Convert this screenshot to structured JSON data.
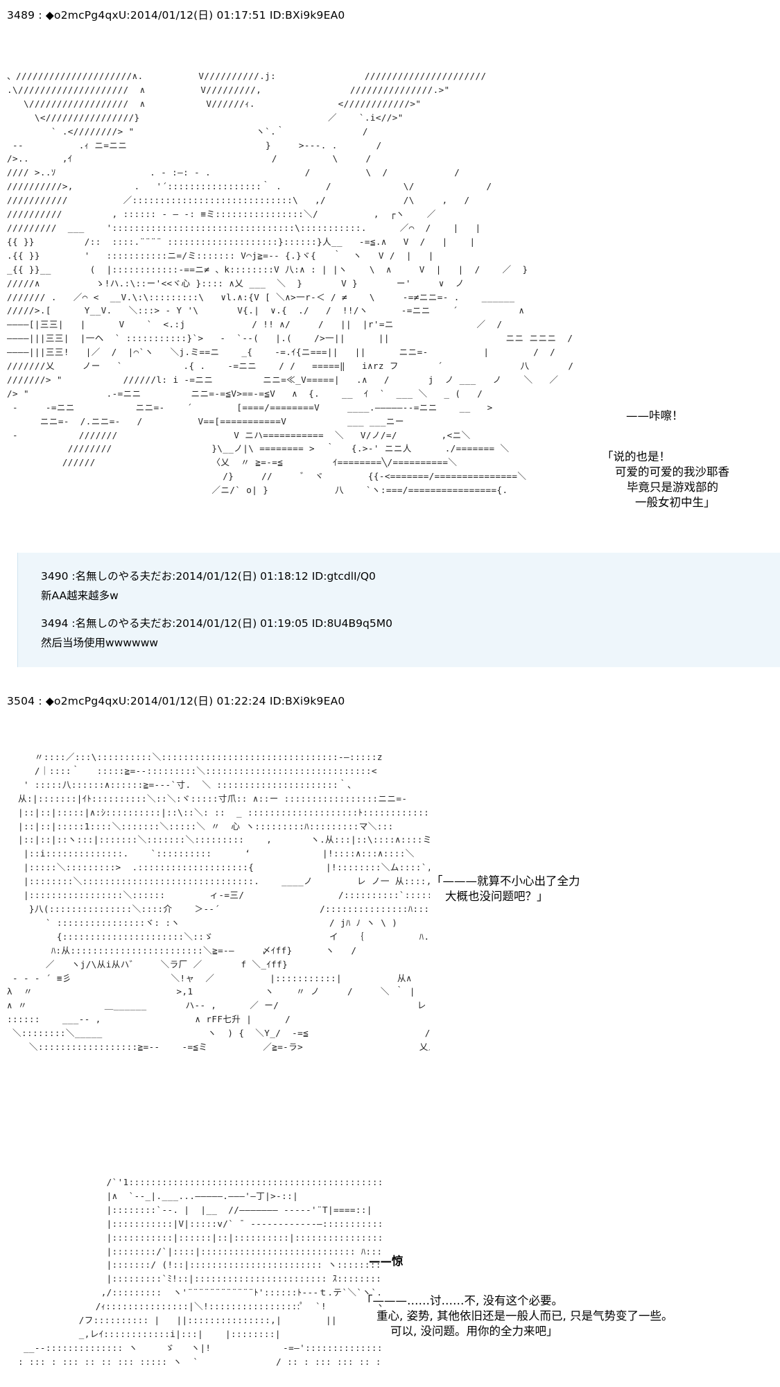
{
  "posts": [
    {
      "header": "3489 : ◆o2mcPg4qxU:2014/01/12(日) 01:17:51 ID:BXi9k9EA0",
      "sfx": "——咔嚓！",
      "quote": [
        "「说的也是！",
        "可爱的可爱的我沙耶香",
        "毕竟只是游戏部的",
        "一般女初中生」"
      ]
    },
    {
      "header": "3504 : ◆o2mcPg4qxU:2014/01/12(日) 01:22:24 ID:BXi9k9EA0",
      "quote1": [
        "「———就算不小心出了全力",
        "大概也没问题吧？」"
      ],
      "sfx": "——惊",
      "quote2": [
        "「———……讨……不, 没有这个必要。",
        "重心, 姿势, 其他依旧还是一般人而已, 只是气势变了一些。",
        "可以, 没问题。用你的全力来吧」"
      ]
    }
  ],
  "replies": [
    {
      "header": "3490 :名無しのやる夫だお:2014/01/12(日) 01:18:12 ID:gtcdlI/Q0",
      "body": "新AA越来越多w"
    },
    {
      "header": "3494 :名無しのやる夫だお:2014/01/12(日) 01:19:05 ID:8U4B9q5M0",
      "body": "然后当场使用wwwwww"
    }
  ],
  "ascii_art": [
    "、/////////////////////∧.          V//////////.j:                //////////////////////\n.\\////////////////////  ∧          V/////////,                ///////////////.>\"\n   \\//////////////////  ∧           V//////ｨ.               <////////////>\"\n     \\<////////////////}                                  ／    `.i<//>\"\n        ` .<////////> \"                      ヽ`.｀              /\n --          .ｨ ニ=ニニ                         }     >---. .       /\n/>..      ,ｲ                                    /          \\     /\n//// >..ｿ                 . - :—: - .                 /          \\  /            /\n//////////>,           .   '´:::::::::::::::::｀ .        /             \\/             /\n///////////          ／:::::::::::::::::::::::::::::\\   ,/              /\\     ,   /\n//////////         , :::::: - — -: ≡ミ::::::::::::::::＼/          ,  ┌ヽ    ／\n/////////  ___    ':::::::::::::::::::::::::::::::::\\:::::::::::.      ／⌒  /    |   |\n{{ }}         /::  ::::.¨¨¨¨ ::::::::::::::::::::}::::::}人__   -=≦.∧   V  /   |    |\n.{{ }}        '   :::::::::::ニ=/ミ::::::: V⌒j≧=-- {.}ヾ{   ｀  ヽ   V /  |   |\n_{{ }}__       (  |::::::::::::-==ニ≠ 、k::::::::V 八:∧ : | |ヽ    \\  ∧     V  |   |  /    ／  }\n/////∧          ゝ!ハ.:\\::ー'<<ヾ心 }:::: ∧乂 ___  ＼  }       V }       ー'     ∨  ノ\n/////// .   ／⌒ <  __V.\\:\\:::::::::\\   ∨l.∧:{V [ ＼∧>一r-＜ / ≠    \\     -=≠ニニ=- .    ______\n/////>.[      Y__V.   ＼:::> - Y '\\       V{.|  ∨.{  ./   /  !!/ヽ      -=ニニ    ´           ∧\n————[|三三|   |      V    `  <.:j            / !! ∧/     /   ||  |r'=ニ               ／  /\n————|||三三|  |一ヘ  ` :::::::::::}`>   -  `--(   |.(    />一||      ||                     ニニ ニニニ  /  /\n————|||三三!   |／  /  |⌒`ヽ   ＼j.ミ==ニ    _{    -=.ｲ{ニ===||   ||      ニニ=-          |        /  /\n///////乂     ノー   `           .{ .    -=ニニ    / /   =====‖   i∧rz フ       ´              八       /  /\n///////> \"           //////l: i -=ニニ         ニニ=≪_V=====|   .∧   /       j  ノ ___   ノ    ＼   ／\n/> \"              .-=ニニ         ニニ=-=≦V>==-=≦V   ∧  {.    __  ｲ  `  ___ ＼   _ (   /\n -     -=ニニ           ニニ=-    ´        [====/========V     ____.—————--=ニニ    __   >\n      ニニ=-  /.ニニ=-   /          V==[===========V           ___ ___ニー\n -           ///////                     V ニハ===========  ＼   V/ノ/=/        ,<ニ＼\n           ////////                  }\\__ノ|\\ ======== >  ｀   {.>-' ニニ人      ./======= ＼\n          //////                     〈乂  〃 ≧=-=≦         ｲ========╲/==========＼\n                                       /}     //     ゛ ヾ        {{-<=======/===============＼\n                                     ／ニ/` o| }            八    `ヽ:===/================{.",
    "     〃::::／:::\\::::::::::＼::::::::::::::::::::::::::::::::-—:::::z\n     /｜::::｀   :::::≧=--:::::::::＼::::::::::::::::::::::::::::::<\n   ' :::::八::::::∧::::::≧=---`寸.  ＼ ::::::::::::::::::::::｀、\n  从:|:::::::|ｲﾄ::::::::::＼::＼:ヾ:::::寸爪:: ∧::ー :::::::::::::::::ニニ=-\n  |::|::|:::::|∧:ｼ::::::::::|::\\::＼: ::  _ ::::::::::::::::::::ﾄ:::::::::::::::::::::＼\n  |::|::|:::::1::::＼:::::::＼:::::＼ 〃  心 ヽ:::::::::ﾊ:::::::::マ＼:::\n  |::|::|::ヽ:::|:::::::＼:::::::＼:::::::::    ,       ヽ.从:::|::\\::::∧::::ミメ\n   |::i::::::::::::::.    `::::::::::      ‘             |!::::∧:::∧::::＼\n   |:::::＼:::::::::>  .::::::::::::::::::::{             |!::::::::＼ム::::`,\n   |::::::::＼:::::::::::::::::::::::::::::::.    ____ノ        レ ノ一 从::::,\n   |:::::::::::::::::＼::::::        ィ-=三/                 /::::::::::`::::::}::.\n    }八(:::::::::::::::＼::::介    ＞-‐´                  /:::::::::::::::ﾊ:::::ゞ\n       ` ::::::::::::::::ヾ: :ヽ                           / jﾊ ﾉ ヽ \\ )\n         {::::::::::::::::::::::＼::ゞ                     イ   ｛          ﾊ./\n        ﾊ:从::::::::::::::::::::::::＼≧=-—     〆ｲff}      ヽ   /\n       ／   ヽj/\\从i从ハ゛    ＼ラ厂 ／       f ＼_ｲff}\n - - - ´ ≡彡                  ＼!ャ  ／          |:::::::::::|          从∧        ｲ\nλ  〃                          >,1             ヽ    〃 ノ     /     ＼ ｀ |\n∧ 〃              ＿______       ハ-- ,      ／ ー/                         レ\n::::::    ___-- ,                 ∧ rFF七升 |      /                           入\n ＼::::::::＼_____                   ヽ  ) {  ＼Y_/  -=≦                     /\n    ＼::::::::::::::::::≧=--    -=≦ミ          ／≧=-ラ>                     乂／",
    "                  /`'1:::::::::::::::::::::::::::::::::::::::::::::::::::::::::::::::: .—‐'          ヽ\n                  |∧  `--_|.___...—————.———'—丁|>-::|\n                  |::::::::`--. |  |__  //——————— -----'¨T|====::|\n                  |:::::::::::|V|:::::v/` ¯ ------------—:::::::::::::::::|\n                  |:::::::::::|::::::|::|::::::::::|::::::::::::::::::::::|::::::::::::::::::|\n                  |::::::::/`|::::|:::::::::::::::::::::::::::: ﾊ::::::::::::::::::::::::::::::|\n                  |:::::::/ (!::|:::::::::::::::::::::::: ヽ:::::::::::::::::|:::ﾒ::::::::::\n                  |:::::::::`ﾐ!::|:::::::::::::::::::::::: ｽ:::::::::::::::::: ﾄﾐﾄ7,::::|::::|\n                 ,/:::::::::  ヽ'¨¨¨¨¨¨¨¨¨¨¨¨ﾄ'::::::ﾄ---ｔ.テ`＼`ヽ`. ドソ`\n                /ｨ:::::::::::::::|＼!:::::::::::::::::ﾟ  `!         ヽ\n             /フ:::::::::: |   ||:::::::::::::::,|        ||               Vノ\n             _,レｲ::::::::::::i|:::|    |::::::::|                      Vノ:::::::::: ∖\n   __--:::::::::::::: ヽ     ゞ   ヽ|!             -=—'::::::::::::::::::::::::::::::\n  : ::: : ::: :: :: ::: ::::: ヽ  `              / :: : ::: ::: :: : ::: : : :: ::."
  ]
}
